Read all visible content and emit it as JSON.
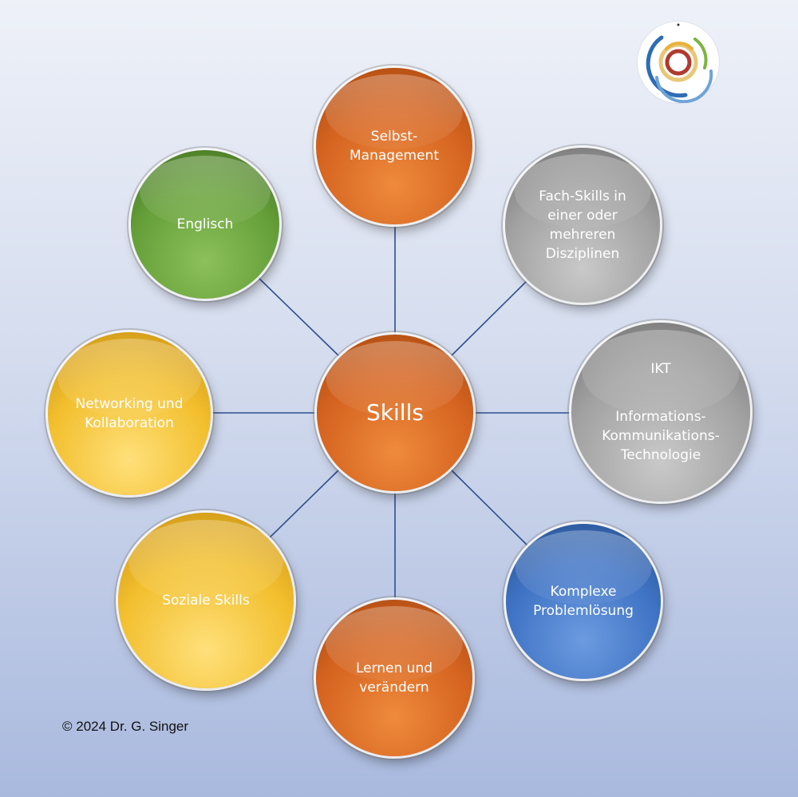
{
  "diagram": {
    "center": {
      "label": "Skills",
      "color": "#d56420"
    },
    "nodes": [
      {
        "id": "top",
        "label": "Selbst-\nManagement",
        "color": "#d56420"
      },
      {
        "id": "fach",
        "label": "Fach-Skills in\neiner oder\nmehreren\nDisziplinen",
        "color": "#a2a2a2"
      },
      {
        "id": "ikt",
        "title": "IKT",
        "label": "Informations-\nKommunikations-\nTechnologie",
        "color": "#a2a2a2"
      },
      {
        "id": "komplex",
        "label": "Komplexe\nProblemlösung",
        "color": "#3f73c4"
      },
      {
        "id": "lernen",
        "label": "Lernen und\nverändern",
        "color": "#d56420"
      },
      {
        "id": "sozial",
        "label": "Soziale Skills",
        "color": "#f2bf2e"
      },
      {
        "id": "network",
        "label": "Networking und\nKollaboration",
        "color": "#f2bf2e"
      },
      {
        "id": "englisch",
        "label": "Englisch",
        "color": "#66a03a"
      }
    ]
  },
  "logo": {
    "icon": "concentric-rings-logo-icon",
    "colors": [
      "#2e6db4",
      "#7cb342",
      "#e8b23a",
      "#b03a2e"
    ]
  },
  "footer": {
    "copyright": "© 2024 Dr. G. Singer"
  }
}
